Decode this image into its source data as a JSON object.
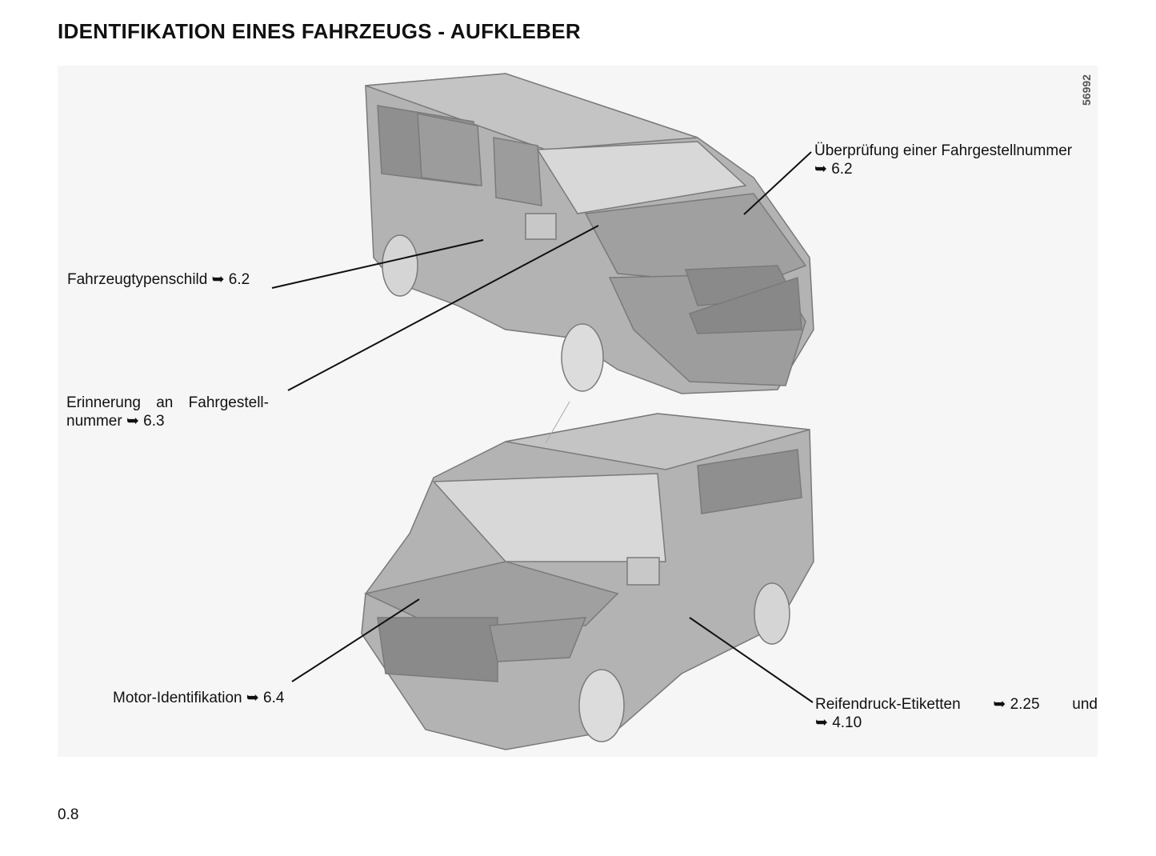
{
  "page": {
    "title": "IDENTIFIKATION EINES FAHRZEUGS - AUFKLEBER",
    "figure_id": "56992",
    "page_number": "0.8"
  },
  "labels": {
    "vin_check": {
      "text": "Überprüfung einer Fahrgestellnummer",
      "ref": "➥ 6.2"
    },
    "type_plate": {
      "text": "Fahrzeugtypenschild",
      "ref": "➥ 6.2"
    },
    "vin_reminder": {
      "line1": "Erinnerung an Fahrgestell-",
      "line2": "nummer",
      "ref": "➥ 6.3"
    },
    "engine_id": {
      "text": "Motor-Identifikation",
      "ref": "➥ 6.4"
    },
    "tyre_pressure": {
      "text": "Reifendruck-Etiketten",
      "ref1": "➥ 2.25",
      "and": "und",
      "ref2": "➥ 4.10"
    }
  }
}
